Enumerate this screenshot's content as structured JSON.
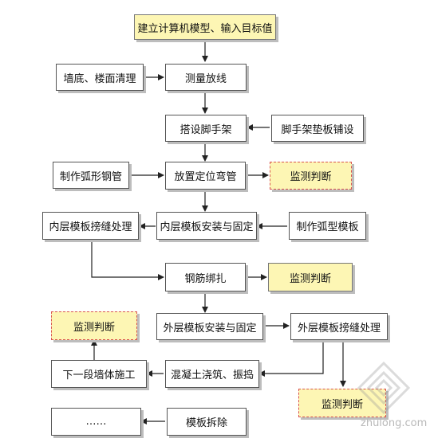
{
  "nodes": {
    "model": "建立计算机模型、输入目标值",
    "wall_clean": "墙底、楼面清理",
    "survey": "测量放线",
    "scaffold": "搭设脚手架",
    "scaffold_board": "脚手架垫板铺设",
    "make_pipe": "制作弧形钢管",
    "place_bend": "放置定位弯管",
    "monitor_1": "监测判断",
    "inner_seam": "内层模板搒缝处理",
    "inner_install": "内层模板安装与固定",
    "make_arc_form": "制作弧型模板",
    "rebar": "钢筋绑扎",
    "monitor_2": "监测判断",
    "monitor_3": "监测判断",
    "outer_install": "外层模板安装与固定",
    "outer_seam": "外层模板搒缝处理",
    "next_wall": "下一段墙体施工",
    "concrete": "混凝土浇筑、振捣",
    "monitor_4": "监测判断",
    "ellipsis": "……",
    "form_remove": "模板拆除"
  },
  "watermark": {
    "text": "zhulong.com"
  },
  "colors": {
    "highlight": "#fdf6b4",
    "dashed_border": "#d9534f",
    "line": "#222222"
  }
}
